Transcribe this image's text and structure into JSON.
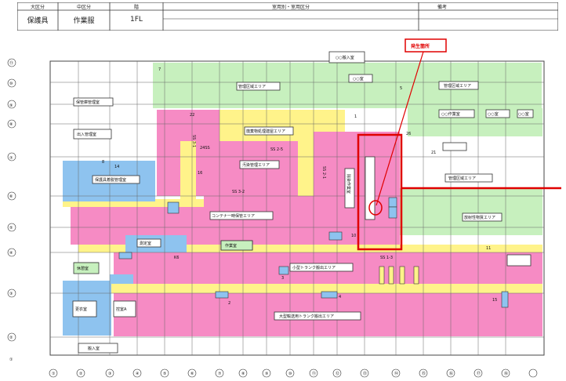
{
  "header": {
    "col1_title": "大区分",
    "col2_title": "中区分",
    "col3_title": "階",
    "col4_title": "室用別・室用区分",
    "col5_title": "備考",
    "col1_value": "保護具",
    "col2_value": "作業服",
    "col3_value": "1FL"
  },
  "callout": {
    "label": "発生箇所",
    "color": "#e00000"
  },
  "rooms": {
    "top_room": "○○搬入室",
    "room_mid_top": "○○室",
    "green_left": "管理区域エリア",
    "green_right": "管理区域エリア",
    "storage": "保管庫管理室",
    "label_right1": "○○作業室",
    "small_r1": "○○室",
    "small_r2": "○○室",
    "entry": "出入管理室",
    "yellow_top": "廃棄物処理建屋エリア",
    "upper_left_blue": "保護具着脱管理室",
    "pink_mid": "汚染管理エリア",
    "center_label": "コンテナ一時保管エリア",
    "right_green": "放射性物質エリア",
    "right_note": "管理区域エリア",
    "vertical_box": "除染作業室",
    "lower_pink1": "小型トランク搬出エリア",
    "lower_pink2": "大型輸送用トランク搬出エリア",
    "room_lower_left1": "休憩室",
    "room_lower_left2": "控室A",
    "room_lower_left3": "更衣室",
    "room_bottom": "搬入室",
    "room_mid_green": "作業室",
    "room_mid_blue": "測定室"
  },
  "tags": {
    "ss1": "SS 1-3",
    "ss2": "SS 2-5",
    "ss3": "SS 3-2",
    "ss4": "SS 3-1",
    "ss5": "SS 2-1",
    "n24s": "24SS",
    "n16": "16",
    "n14": "14",
    "n21": "21",
    "n26": "26",
    "n22": "22",
    "n7": "7",
    "n10": "10",
    "n11": "11",
    "n5": "5",
    "nK6": "K6",
    "n3": "3",
    "n4": "4",
    "n1": "1",
    "n2": "2",
    "n15": "15",
    "n8": "8"
  },
  "left_axis": [
    "⑪",
    "⑩",
    "⑨",
    "⑧",
    "⑦",
    "⑥",
    "⑤",
    "④",
    "③",
    "②",
    "①"
  ],
  "bottom_axis": [
    "①",
    "②",
    "③",
    "④",
    "⑤",
    "⑥",
    "⑦",
    "⑧",
    "⑨",
    "⑩",
    "⑪",
    "⑫",
    "⑬",
    "⑭",
    "⑮",
    "⑯",
    "⑰",
    "⑱"
  ]
}
